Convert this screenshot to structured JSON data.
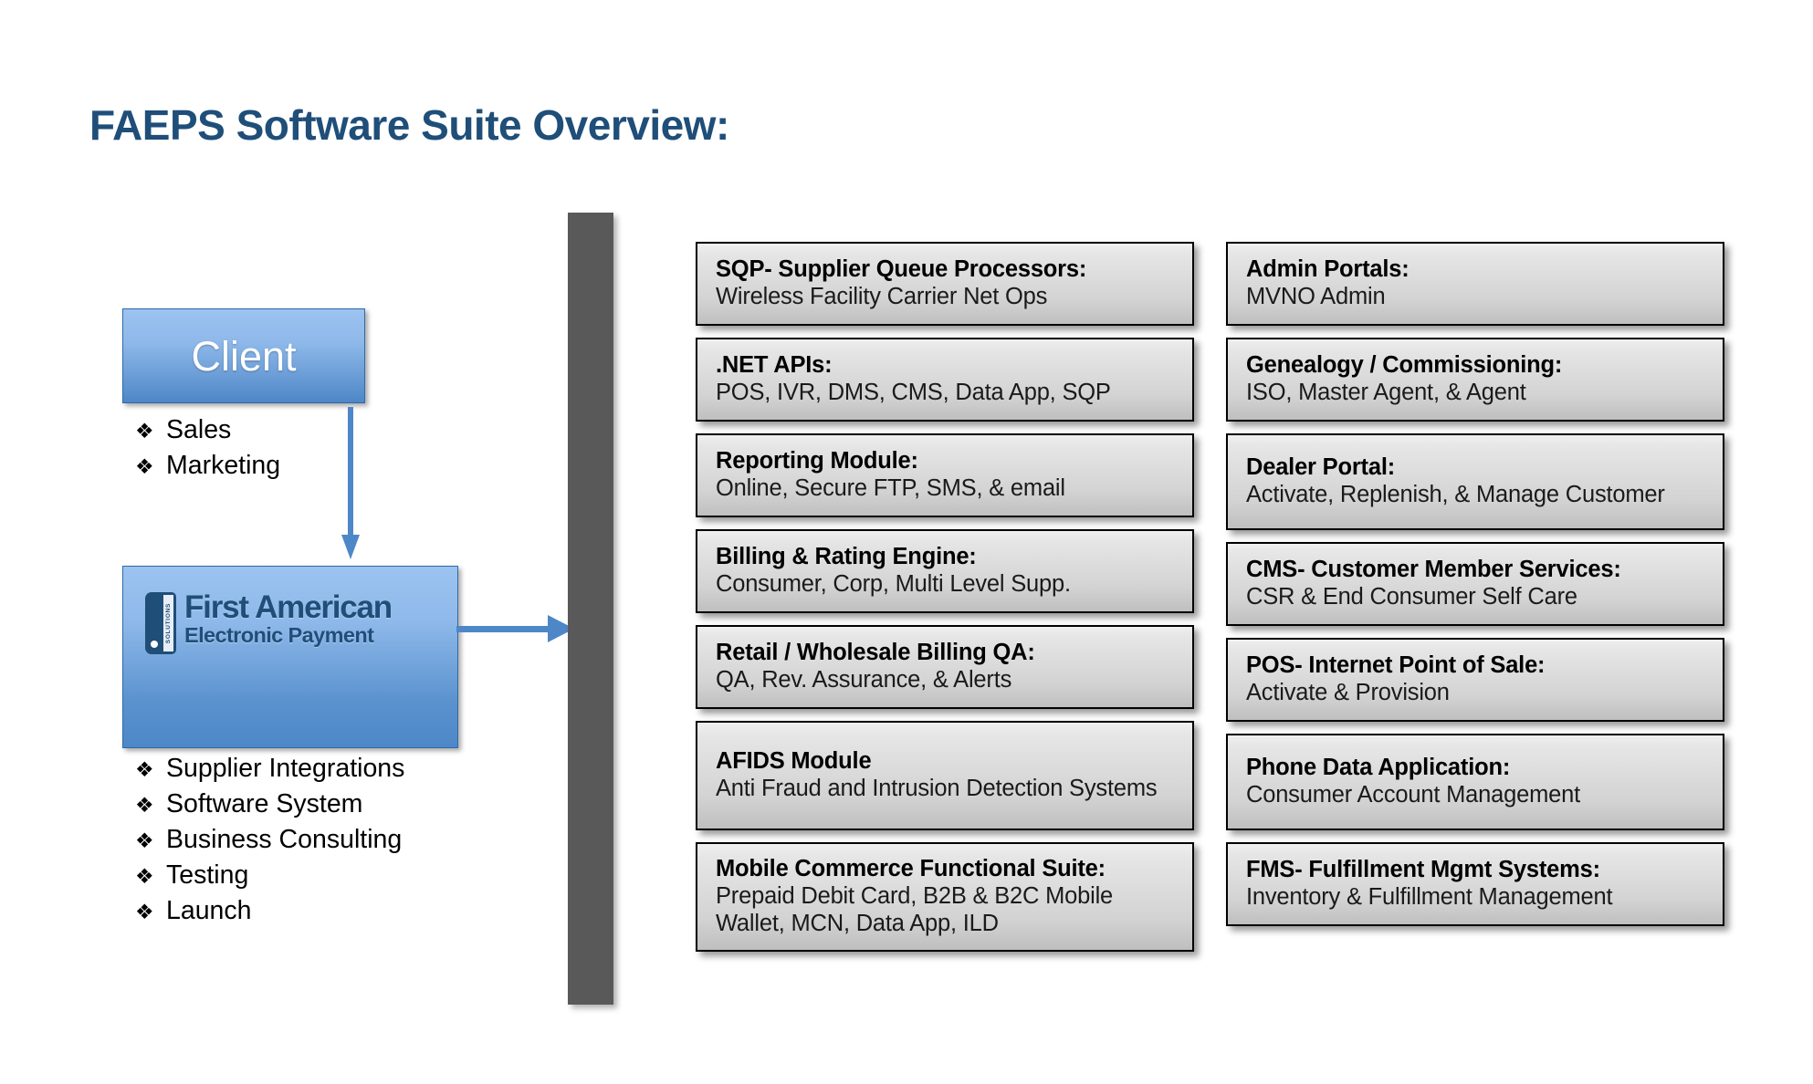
{
  "slide": {
    "title": "FAEPS Software Suite Overview:",
    "title_color": "#1F4E79",
    "background_color": "#FFFFFF"
  },
  "left_panel": {
    "client_box": {
      "label": "Client",
      "fill_color": "#6FA3DE",
      "text_color": "#FFFFFF"
    },
    "client_bullets": {
      "bullet_glyph": "❖",
      "items": [
        "Sales",
        "Marketing"
      ]
    },
    "company_box": {
      "logo_line1": "First American",
      "logo_line2": "Electronic Payment",
      "logo_mark_text": "SOLUTIONS",
      "fill_color": "#6FA3DE",
      "logo_color": "#1F4E79"
    },
    "company_bullets": {
      "bullet_glyph": "❖",
      "items": [
        "Supplier Integrations",
        "Software System",
        "Business Consulting",
        "Testing",
        "Launch"
      ]
    },
    "connector_down": "down-arrow",
    "connector_right": "right-arrow",
    "connector_color": "#4E87C7"
  },
  "divider_bar": {
    "color": "#595959"
  },
  "modules": {
    "left_column": [
      {
        "title": "SQP- Supplier Queue Processors:",
        "subtitle": "Wireless Facility Carrier Net Ops",
        "height": 92
      },
      {
        "title": ".NET APIs:",
        "subtitle": "POS, IVR, DMS, CMS, Data App, SQP",
        "height": 92
      },
      {
        "title": "Reporting Module:",
        "subtitle": "Online, Secure FTP, SMS, & email",
        "height": 92
      },
      {
        "title": "Billing & Rating Engine:",
        "subtitle": "Consumer, Corp, Multi Level Supp.",
        "height": 92
      },
      {
        "title": "Retail / Wholesale Billing  QA:",
        "subtitle": "QA, Rev. Assurance, & Alerts",
        "height": 92
      },
      {
        "title": "AFIDS Module",
        "subtitle": "Anti Fraud and Intrusion Detection Systems",
        "height": 120
      },
      {
        "title": "Mobile Commerce Functional Suite:",
        "subtitle": "Prepaid Debit Card, B2B & B2C Mobile Wallet, MCN, Data App, ILD",
        "height": 120
      }
    ],
    "right_column": [
      {
        "title": "Admin Portals:",
        "subtitle": "MVNO Admin",
        "height": 92
      },
      {
        "title": "Genealogy / Commissioning:",
        "subtitle": "ISO, Master Agent, & Agent",
        "height": 92
      },
      {
        "title": "Dealer Portal:",
        "subtitle": "Activate, Replenish, & Manage Customer",
        "height": 106
      },
      {
        "title": "CMS- Customer Member Services:",
        "subtitle": "CSR & End Consumer Self Care",
        "height": 92
      },
      {
        "title": "POS- Internet Point of Sale:",
        "subtitle": "Activate & Provision",
        "height": 92
      },
      {
        "title": "Phone Data Application:",
        "subtitle": "Consumer Account Management",
        "height": 106
      },
      {
        "title": "FMS- Fulfillment Mgmt Systems:",
        "subtitle": "Inventory & Fulfillment Management",
        "height": 92
      }
    ]
  }
}
